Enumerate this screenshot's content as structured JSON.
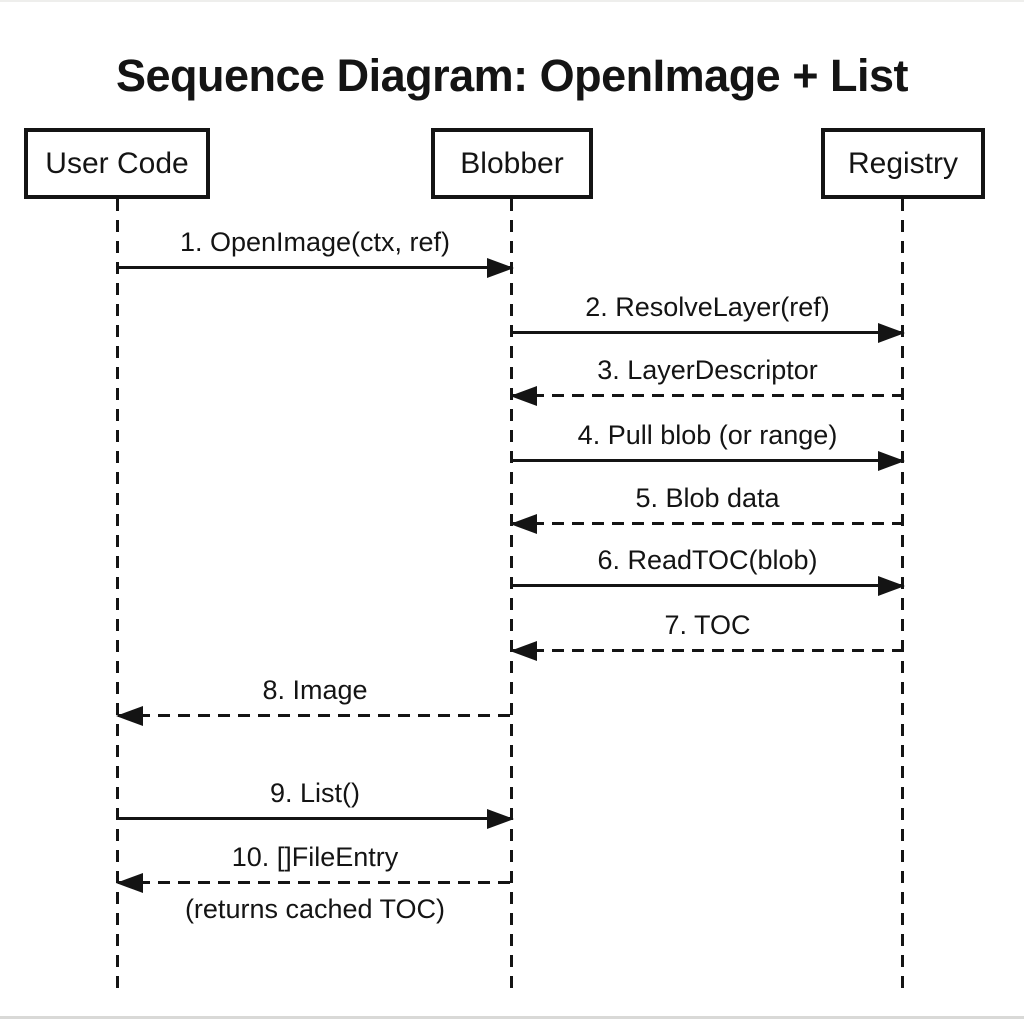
{
  "title": "Sequence Diagram: OpenImage + List",
  "actors": [
    {
      "name": "User Code"
    },
    {
      "name": "Blobber"
    },
    {
      "name": "Registry"
    }
  ],
  "messages": [
    {
      "label": "1. OpenImage(ctx, ref)",
      "from": "User Code",
      "to": "Blobber",
      "line": "solid"
    },
    {
      "label": "2. ResolveLayer(ref)",
      "from": "Blobber",
      "to": "Registry",
      "line": "solid"
    },
    {
      "label": "3. LayerDescriptor",
      "from": "Registry",
      "to": "Blobber",
      "line": "dashed"
    },
    {
      "label": "4. Pull blob (or range)",
      "from": "Blobber",
      "to": "Registry",
      "line": "solid"
    },
    {
      "label": "5. Blob data",
      "from": "Registry",
      "to": "Blobber",
      "line": "dashed"
    },
    {
      "label": "6. ReadTOC(blob)",
      "from": "Blobber",
      "to": "Registry",
      "line": "solid"
    },
    {
      "label": "7. TOC",
      "from": "Registry",
      "to": "Blobber",
      "line": "dashed"
    },
    {
      "label": "8. Image",
      "from": "Blobber",
      "to": "User Code",
      "line": "dashed"
    },
    {
      "label": "9. List()",
      "from": "User Code",
      "to": "Blobber",
      "line": "solid"
    },
    {
      "label": "10. []FileEntry",
      "note": "(returns cached TOC)",
      "from": "Blobber",
      "to": "User Code",
      "line": "dashed"
    }
  ],
  "colors": {
    "ink": "#141414",
    "background": "#ffffff"
  }
}
